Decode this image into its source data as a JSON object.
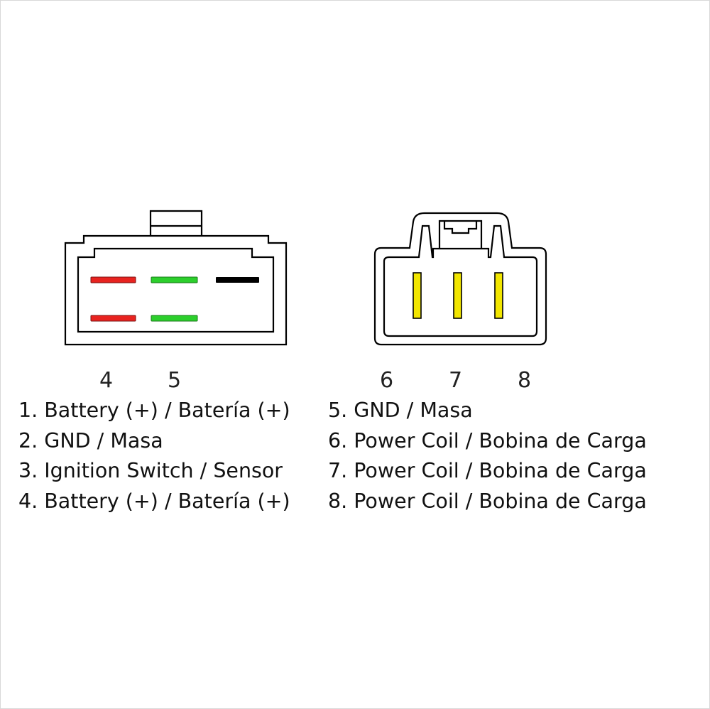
{
  "colors": {
    "housing_stroke": "#000000",
    "pin_red": "#e8231f",
    "pin_green": "#2ccf2c",
    "pin_black": "#000000",
    "pin_yellow": "#f2e600"
  },
  "connector_left": {
    "pin_labels": [
      "4",
      "5"
    ],
    "pins": [
      {
        "row": 1,
        "col": 1,
        "color": "red"
      },
      {
        "row": 1,
        "col": 2,
        "color": "green"
      },
      {
        "row": 1,
        "col": 3,
        "color": "black"
      },
      {
        "row": 2,
        "col": 1,
        "color": "red"
      },
      {
        "row": 2,
        "col": 2,
        "color": "green"
      }
    ]
  },
  "connector_right": {
    "pin_labels": [
      "6",
      "7",
      "8"
    ],
    "pins": [
      {
        "col": 1,
        "color": "yellow"
      },
      {
        "col": 2,
        "color": "yellow"
      },
      {
        "col": 3,
        "color": "yellow"
      }
    ]
  },
  "legend_left": [
    "1. Battery (+) / Batería (+)",
    "2. GND / Masa",
    "3. Ignition Switch / Sensor",
    "4. Battery (+) / Batería (+)"
  ],
  "legend_right": [
    "5. GND / Masa",
    "6. Power Coil / Bobina de Carga",
    "7. Power Coil / Bobina de Carga",
    "8. Power Coil / Bobina de Carga"
  ]
}
